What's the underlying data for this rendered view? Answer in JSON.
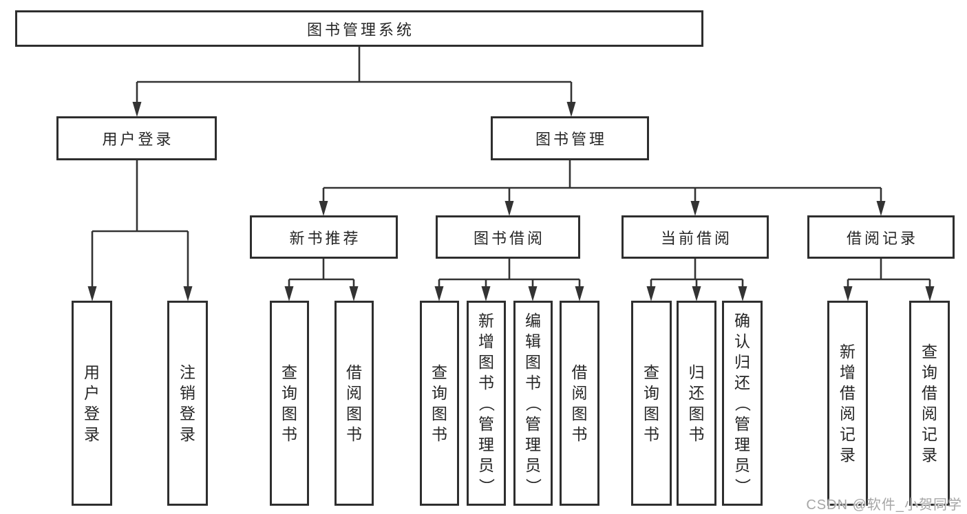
{
  "tree": {
    "label": "图书管理系统",
    "children": [
      {
        "label": "用户登录",
        "children": [
          {
            "label": "用户登录"
          },
          {
            "label": "注销登录"
          }
        ]
      },
      {
        "label": "图书管理",
        "children": [
          {
            "label": "新书推荐",
            "children": [
              {
                "label": "查询图书"
              },
              {
                "label": "借阅图书"
              }
            ]
          },
          {
            "label": "图书借阅",
            "children": [
              {
                "label": "查询图书"
              },
              {
                "label": "新增图书（管理员）"
              },
              {
                "label": "编辑图书（管理员）"
              },
              {
                "label": "借阅图书"
              }
            ]
          },
          {
            "label": "当前借阅",
            "children": [
              {
                "label": "查询图书"
              },
              {
                "label": "归还图书"
              },
              {
                "label": "确认归还（管理员）"
              }
            ]
          },
          {
            "label": "借阅记录",
            "children": [
              {
                "label": "新增借阅记录"
              },
              {
                "label": "查询借阅记录"
              }
            ]
          }
        ]
      }
    ]
  },
  "watermark": "CSDN @软件_小贺同学",
  "colors": {
    "line": "#333333",
    "border": "#2e2e2e",
    "text": "#262626",
    "watermark": "#9e9e9e",
    "background": "#ffffff"
  }
}
